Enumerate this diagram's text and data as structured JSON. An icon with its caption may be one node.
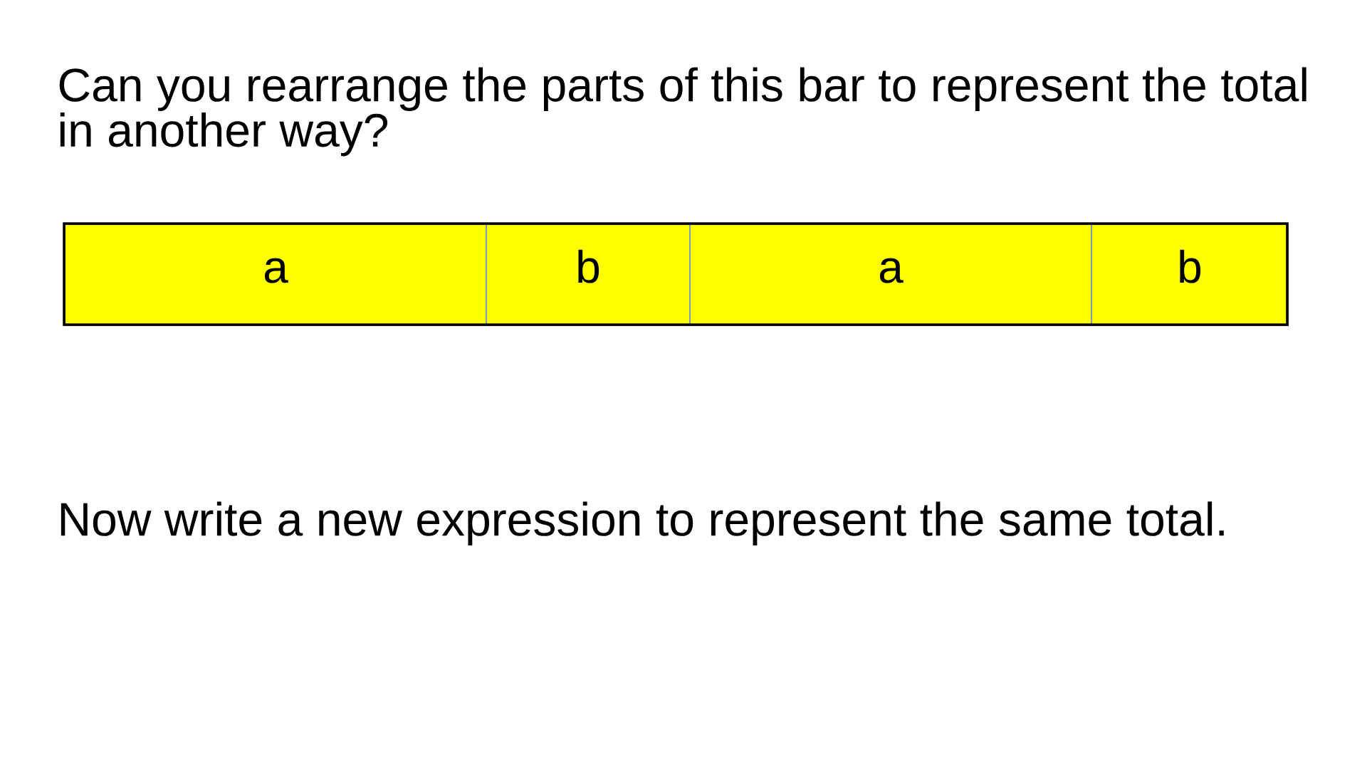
{
  "diagram": {
    "title": "Can you rearrange the parts of this bar to represent the total in another way?",
    "nodes": [
      {
        "text": [
          "a"
        ]
      },
      {
        "text": [
          "b"
        ]
      },
      {
        "text": [
          "a"
        ]
      },
      {
        "text": [
          "b"
        ]
      }
    ],
    "labels": [
      "Now write a new expression to represent the same total."
    ]
  }
}
